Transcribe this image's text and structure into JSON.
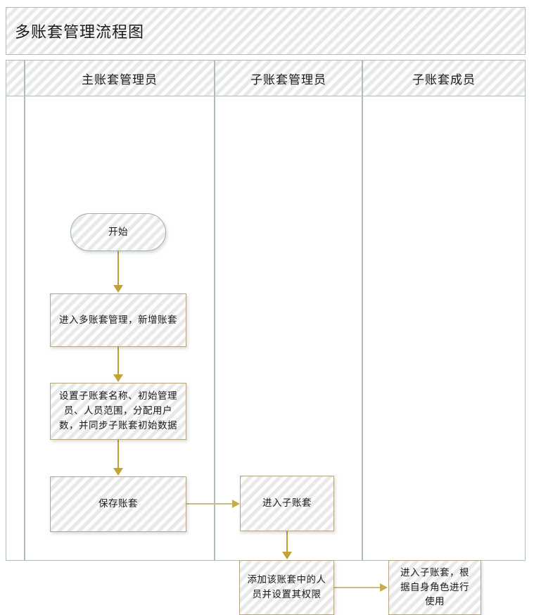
{
  "diagram": {
    "title": "多账套管理流程图",
    "lanes": [
      {
        "id": "lane-main-admin",
        "label": "主账套管理员"
      },
      {
        "id": "lane-sub-admin",
        "label": "子账套管理员"
      },
      {
        "id": "lane-sub-member",
        "label": "子账套成员"
      }
    ],
    "nodes": [
      {
        "id": "start",
        "type": "terminator",
        "lane": 0,
        "label": "开始"
      },
      {
        "id": "enter-multi-book",
        "type": "process",
        "lane": 0,
        "label": "进入多账套管理，新增账套"
      },
      {
        "id": "configure-sub-book",
        "type": "process",
        "lane": 0,
        "label": "设置子账套名称、初始管理员、人员范围，分配用户数，并同步子账套初始数据"
      },
      {
        "id": "save-book",
        "type": "process",
        "lane": 0,
        "label": "保存账套"
      },
      {
        "id": "enter-sub-book",
        "type": "process",
        "lane": 1,
        "label": "进入子账套"
      },
      {
        "id": "add-members",
        "type": "process",
        "lane": 1,
        "label": "添加该账套中的人员并设置其权限"
      },
      {
        "id": "member-use",
        "type": "process",
        "lane": 2,
        "label": "进入子账套，根据自身角色进行使用"
      }
    ],
    "edges": [
      {
        "from": "start",
        "to": "enter-multi-book",
        "direction": "down"
      },
      {
        "from": "enter-multi-book",
        "to": "configure-sub-book",
        "direction": "down"
      },
      {
        "from": "configure-sub-book",
        "to": "save-book",
        "direction": "down"
      },
      {
        "from": "save-book",
        "to": "enter-sub-book",
        "direction": "right"
      },
      {
        "from": "enter-sub-book",
        "to": "add-members",
        "direction": "down"
      },
      {
        "from": "add-members",
        "to": "member-use",
        "direction": "right"
      }
    ],
    "colors": {
      "frame_border": "#aebcbc",
      "node_border": "#b3a482",
      "terminator_border": "#9bb0ad",
      "node_fill": "#eff0ef",
      "connector": "#bfa02e",
      "connector_light": "#cdbb7e",
      "text": "#1a1a1a",
      "canvas": "#ffffff"
    }
  }
}
